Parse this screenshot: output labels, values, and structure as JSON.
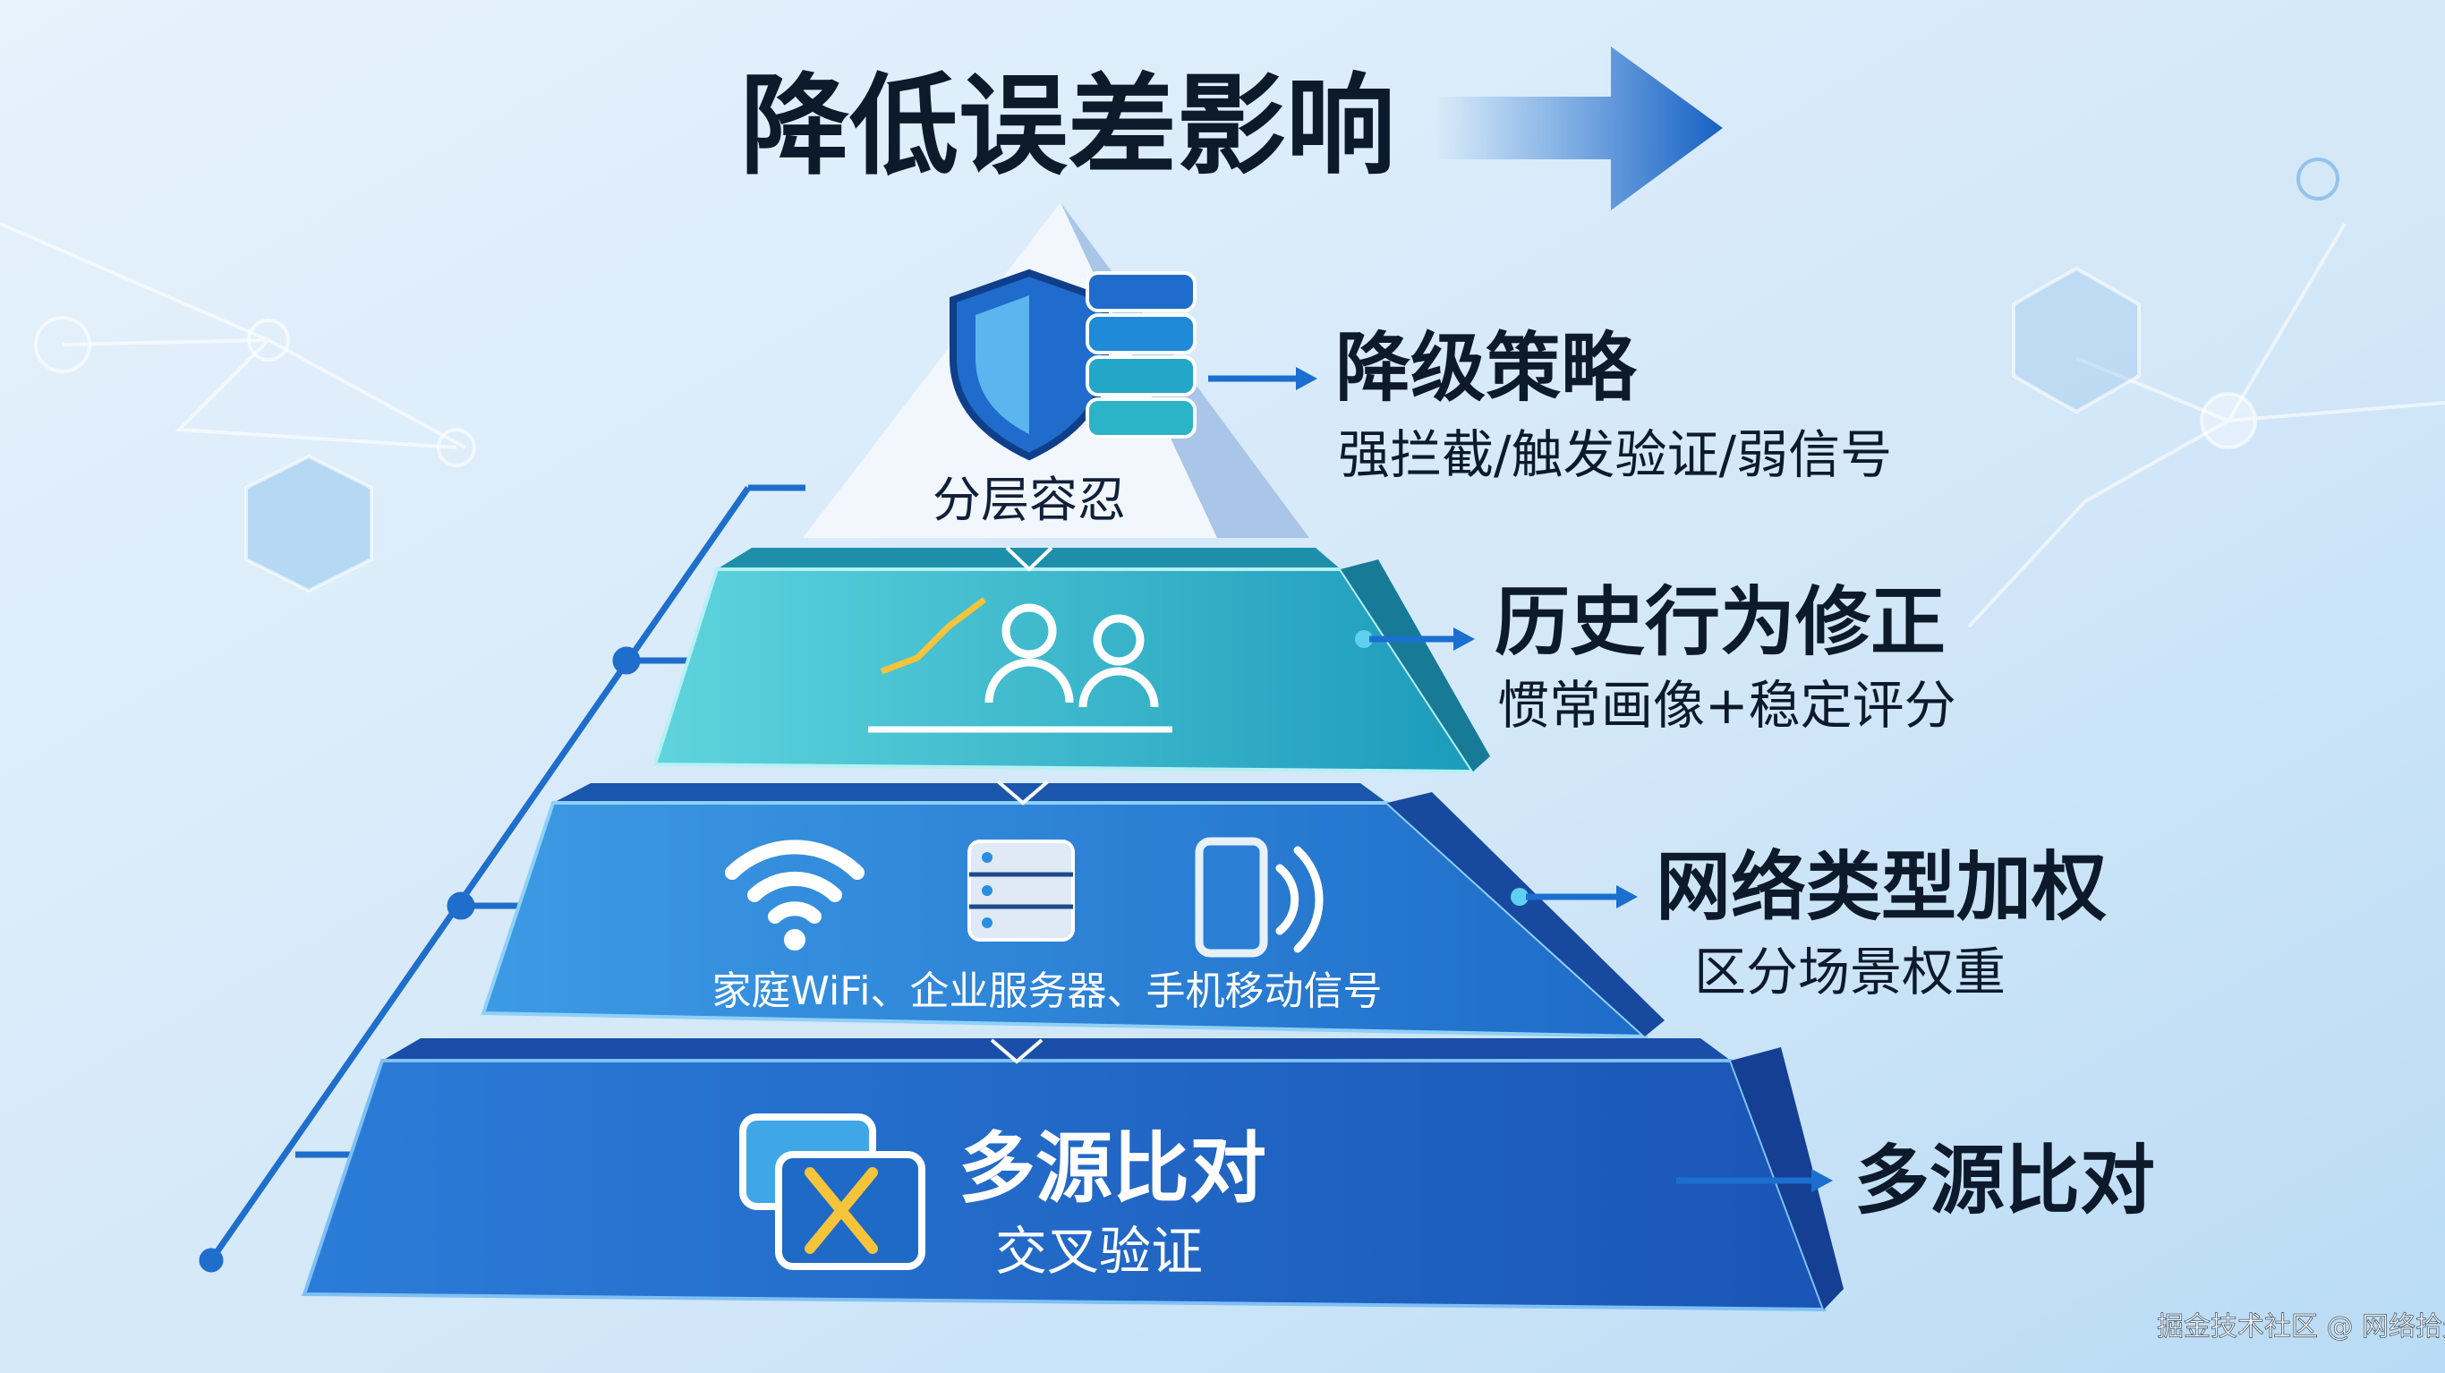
{
  "title": "降低误差影响",
  "pyramid": {
    "tier1": {
      "inner_label": "分层容忍",
      "icons": [
        "shield-icon",
        "server-stack-icon"
      ]
    },
    "tier2": {
      "icons": [
        "trend-chart-icon",
        "users-icon"
      ]
    },
    "tier3": {
      "inner_label": "家庭WiFi、企业服务器、手机移动信号",
      "icons": [
        "wifi-icon",
        "server-icon",
        "mobile-signal-icon"
      ]
    },
    "tier4": {
      "inner_title": "多源比对",
      "inner_subtitle": "交叉验证",
      "icons": [
        "cross-compare-windows-icon"
      ]
    }
  },
  "labels": [
    {
      "title": "降级策略",
      "subtitle": "强拦截/触发验证/弱信号"
    },
    {
      "title": "历史行为修正",
      "subtitle": "惯常画像+稳定评分"
    },
    {
      "title": "网络类型加权",
      "subtitle": "区分场景权重"
    },
    {
      "title": "多源比对",
      "subtitle": ""
    }
  ],
  "watermark": "掘金技术社区 @ 网络拾光",
  "colors": {
    "background": "#dcecfa",
    "tier1": "#e9f3fb",
    "tier2": "#2bb3c8",
    "tier3": "#2a7fd4",
    "tier4": "#1f5fc0",
    "accent_arrow": "#1a6fd0",
    "text_dark": "#0d1a2c"
  }
}
